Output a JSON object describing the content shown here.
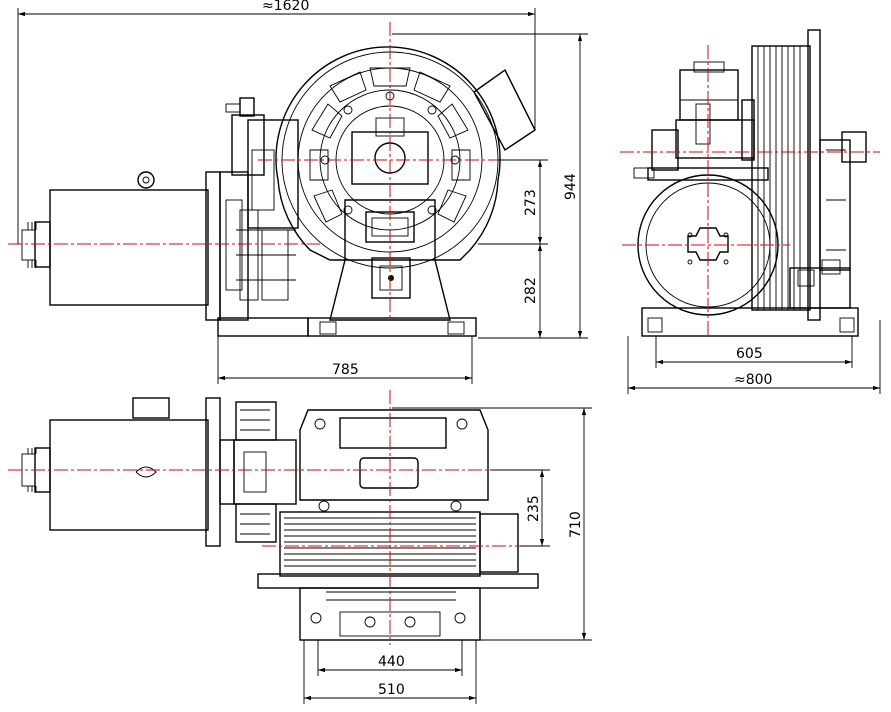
{
  "dimensions": {
    "overall_length": "≈1620",
    "front_width": "785",
    "overall_height": "944",
    "height_upper": "273",
    "height_lower": "282",
    "side_inner_width": "605",
    "side_overall_width": "≈800",
    "plan_depth": "710",
    "plan_offset": "235",
    "base_inner": "440",
    "base_outer": "510"
  },
  "colors": {
    "line": "#000000",
    "centerline": "#e8000b",
    "background": "#ffffff"
  }
}
